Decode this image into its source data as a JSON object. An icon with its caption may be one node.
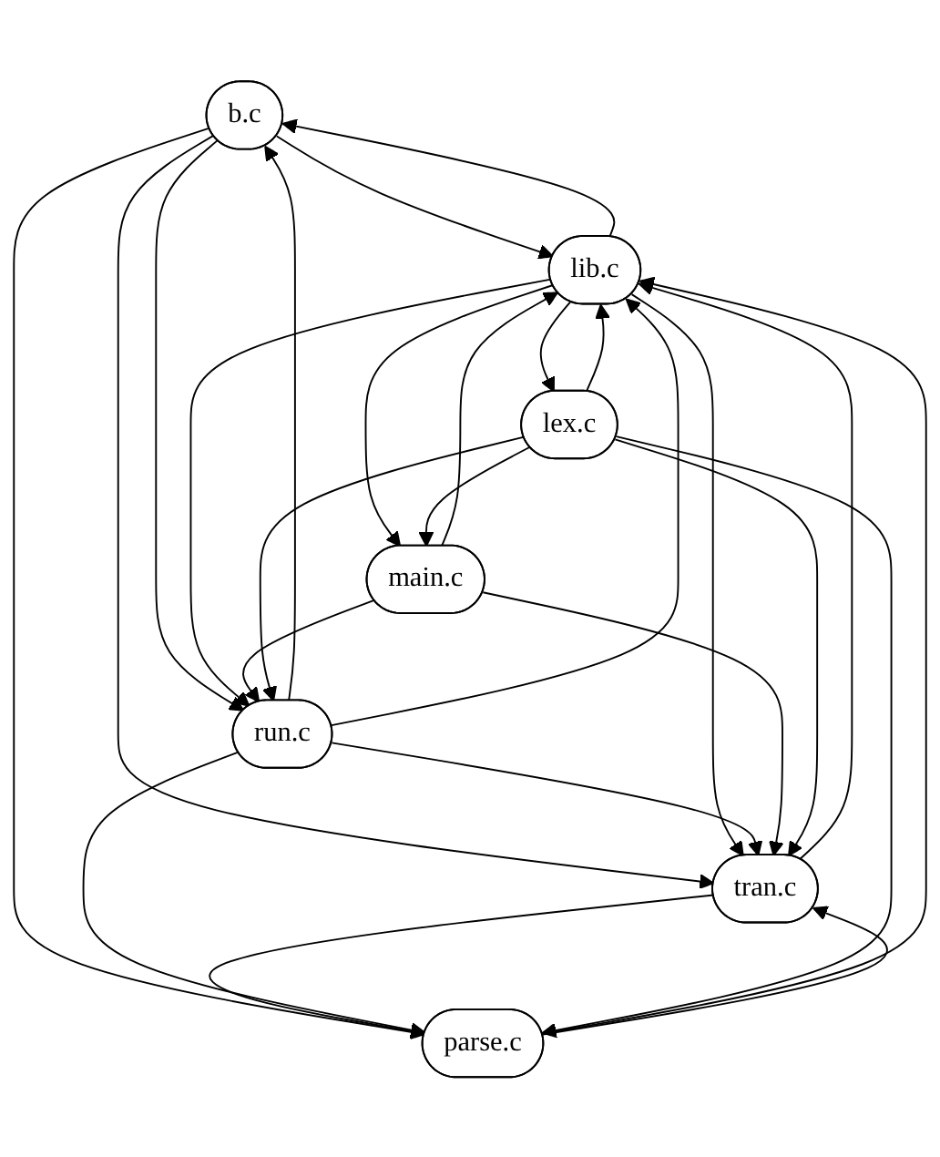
{
  "diagram": {
    "nodes": [
      {
        "text": [
          "b.c"
        ]
      },
      {
        "text": [
          "lib.c"
        ]
      },
      {
        "text": [
          "tran.c"
        ]
      },
      {
        "text": [
          "parse.c"
        ]
      },
      {
        "text": [
          "run.c"
        ]
      },
      {
        "text": [
          "main.c"
        ]
      },
      {
        "text": [
          "lex.c"
        ]
      }
    ],
    "edges": [
      {
        "from": 0,
        "to": 1,
        "arrow": "to"
      },
      {
        "from": 1,
        "to": 0,
        "arrow": "to"
      },
      {
        "from": 0,
        "to": 2,
        "arrow": "to"
      },
      {
        "from": 0,
        "to": 3,
        "arrow": "to"
      },
      {
        "from": 0,
        "to": 4,
        "arrow": "to"
      },
      {
        "from": 4,
        "to": 0,
        "arrow": "to"
      },
      {
        "from": 1,
        "to": 2,
        "arrow": "to"
      },
      {
        "from": 2,
        "to": 1,
        "arrow": "to"
      },
      {
        "from": 3,
        "to": 1,
        "arrow": "to"
      },
      {
        "from": 1,
        "to": 4,
        "arrow": "to"
      },
      {
        "from": 4,
        "to": 1,
        "arrow": "to"
      },
      {
        "from": 1,
        "to": 5,
        "arrow": "to"
      },
      {
        "from": 5,
        "to": 1,
        "arrow": "to"
      },
      {
        "from": 1,
        "to": 6,
        "arrow": "to"
      },
      {
        "from": 6,
        "to": 1,
        "arrow": "to"
      },
      {
        "from": 2,
        "to": 3,
        "arrow": "to"
      },
      {
        "from": 3,
        "to": 2,
        "arrow": "to"
      },
      {
        "from": 4,
        "to": 2,
        "arrow": "to"
      },
      {
        "from": 5,
        "to": 2,
        "arrow": "to"
      },
      {
        "from": 6,
        "to": 2,
        "arrow": "to"
      },
      {
        "from": 4,
        "to": 3,
        "arrow": "to"
      },
      {
        "from": 6,
        "to": 3,
        "arrow": "to"
      },
      {
        "from": 5,
        "to": 4,
        "arrow": "to"
      },
      {
        "from": 6,
        "to": 4,
        "arrow": "to"
      },
      {
        "from": 6,
        "to": 5,
        "arrow": "to"
      }
    ]
  }
}
